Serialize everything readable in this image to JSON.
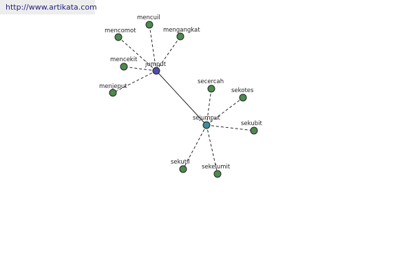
{
  "watermark": {
    "url": "http://www.artikata.com"
  },
  "colors": {
    "root_node": "#4f4fa8",
    "hub_node": "#3d8e9a",
    "leaf_node": "#4e8a4e",
    "edge": "#222222",
    "url_background": "#ededed"
  },
  "graph": {
    "nodes": {
      "jumput": "jumput",
      "sejumput": "sejumput",
      "mencuil": "mencuil",
      "mencomot": "mencomot",
      "mengangkat": "mengangkat",
      "mencekit": "mencekit",
      "menjeput": "menjeput",
      "secercah": "secercah",
      "sekotes": "sekotes",
      "sekubit": "sekubit",
      "sekutil": "sekutil",
      "sekelumit": "sekelumit"
    },
    "edges": [
      {
        "from": "jumput",
        "to": "sejumput",
        "style": "solid"
      },
      {
        "from": "jumput",
        "to": "mencuil",
        "style": "dashed"
      },
      {
        "from": "jumput",
        "to": "mencomot",
        "style": "dashed"
      },
      {
        "from": "jumput",
        "to": "mengangkat",
        "style": "dashed"
      },
      {
        "from": "jumput",
        "to": "mencekit",
        "style": "dashed"
      },
      {
        "from": "jumput",
        "to": "menjeput",
        "style": "dashed"
      },
      {
        "from": "sejumput",
        "to": "secercah",
        "style": "dashed"
      },
      {
        "from": "sejumput",
        "to": "sekotes",
        "style": "dashed"
      },
      {
        "from": "sejumput",
        "to": "sekubit",
        "style": "dashed"
      },
      {
        "from": "sejumput",
        "to": "sekutil",
        "style": "dashed"
      },
      {
        "from": "sejumput",
        "to": "sekelumit",
        "style": "dashed"
      }
    ]
  }
}
